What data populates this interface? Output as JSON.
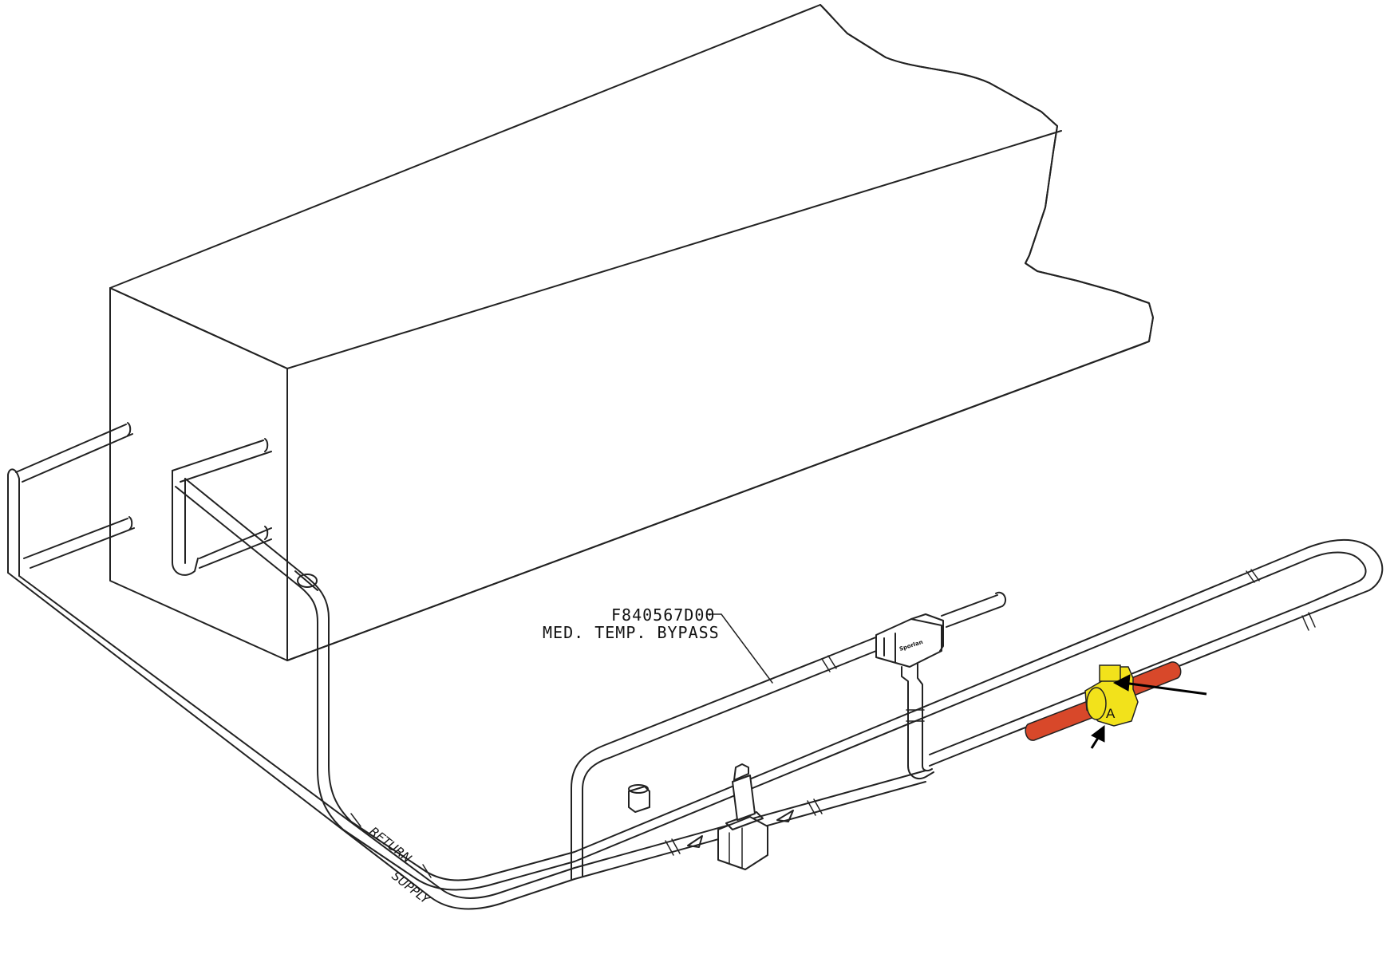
{
  "callout": {
    "part_number": "F840567D00",
    "description": "MED. TEMP. BYPASS"
  },
  "pipe_labels": {
    "return": "RETURN",
    "supply": "SUPPLY"
  },
  "valve": {
    "letter": "A",
    "body_color": "#f2e21b",
    "pipe_color": "#d8482a"
  },
  "component_label": "Sporlan"
}
